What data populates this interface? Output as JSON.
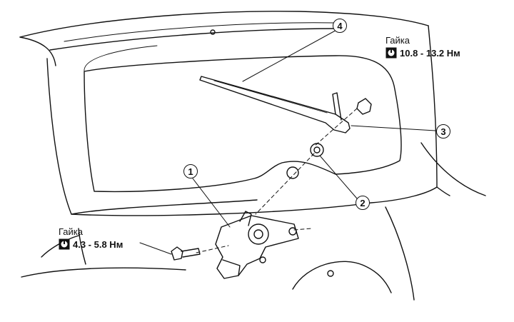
{
  "upper_nut": {
    "label": "Гайка",
    "torque": "10.8 - 13.2 Нм",
    "icon": "torque-wrench-icon"
  },
  "lower_nut": {
    "label": "Гайка",
    "torque": "4.3 - 5.8 Нм",
    "icon": "torque-wrench-icon"
  },
  "callouts": {
    "c1": "1",
    "c2": "2",
    "c3": "3",
    "c4": "4"
  },
  "colors": {
    "line": "#111111",
    "background": "#ffffff"
  }
}
